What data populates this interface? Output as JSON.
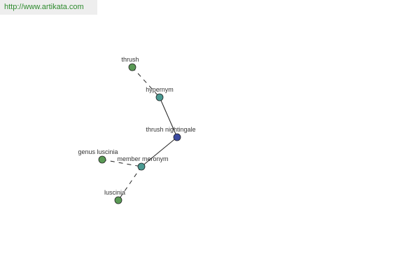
{
  "banner": {
    "url_text": "http://www.artikata.com"
  },
  "colors": {
    "word_node": "#5a9a55",
    "relation_node": "#4a9a92",
    "center_node": "#3b4aa0"
  },
  "graph": {
    "nodes": {
      "thrush": {
        "label": "thrush",
        "kind": "word"
      },
      "hypernym": {
        "label": "hypernym",
        "kind": "relation"
      },
      "center": {
        "label": "thrush nightingale",
        "kind": "center"
      },
      "member_meronym": {
        "label": "member meronym",
        "kind": "relation"
      },
      "genus": {
        "label": "genus luscinia",
        "kind": "word"
      },
      "luscinia": {
        "label": "luscinia",
        "kind": "word"
      }
    },
    "edges": [
      {
        "from": "thrush",
        "to": "hypernym",
        "style": "dashed"
      },
      {
        "from": "hypernym",
        "to": "center",
        "style": "solid"
      },
      {
        "from": "center",
        "to": "member_meronym",
        "style": "solid"
      },
      {
        "from": "genus",
        "to": "member_meronym",
        "style": "dashed"
      },
      {
        "from": "member_meronym",
        "to": "luscinia",
        "style": "dashed"
      }
    ]
  }
}
